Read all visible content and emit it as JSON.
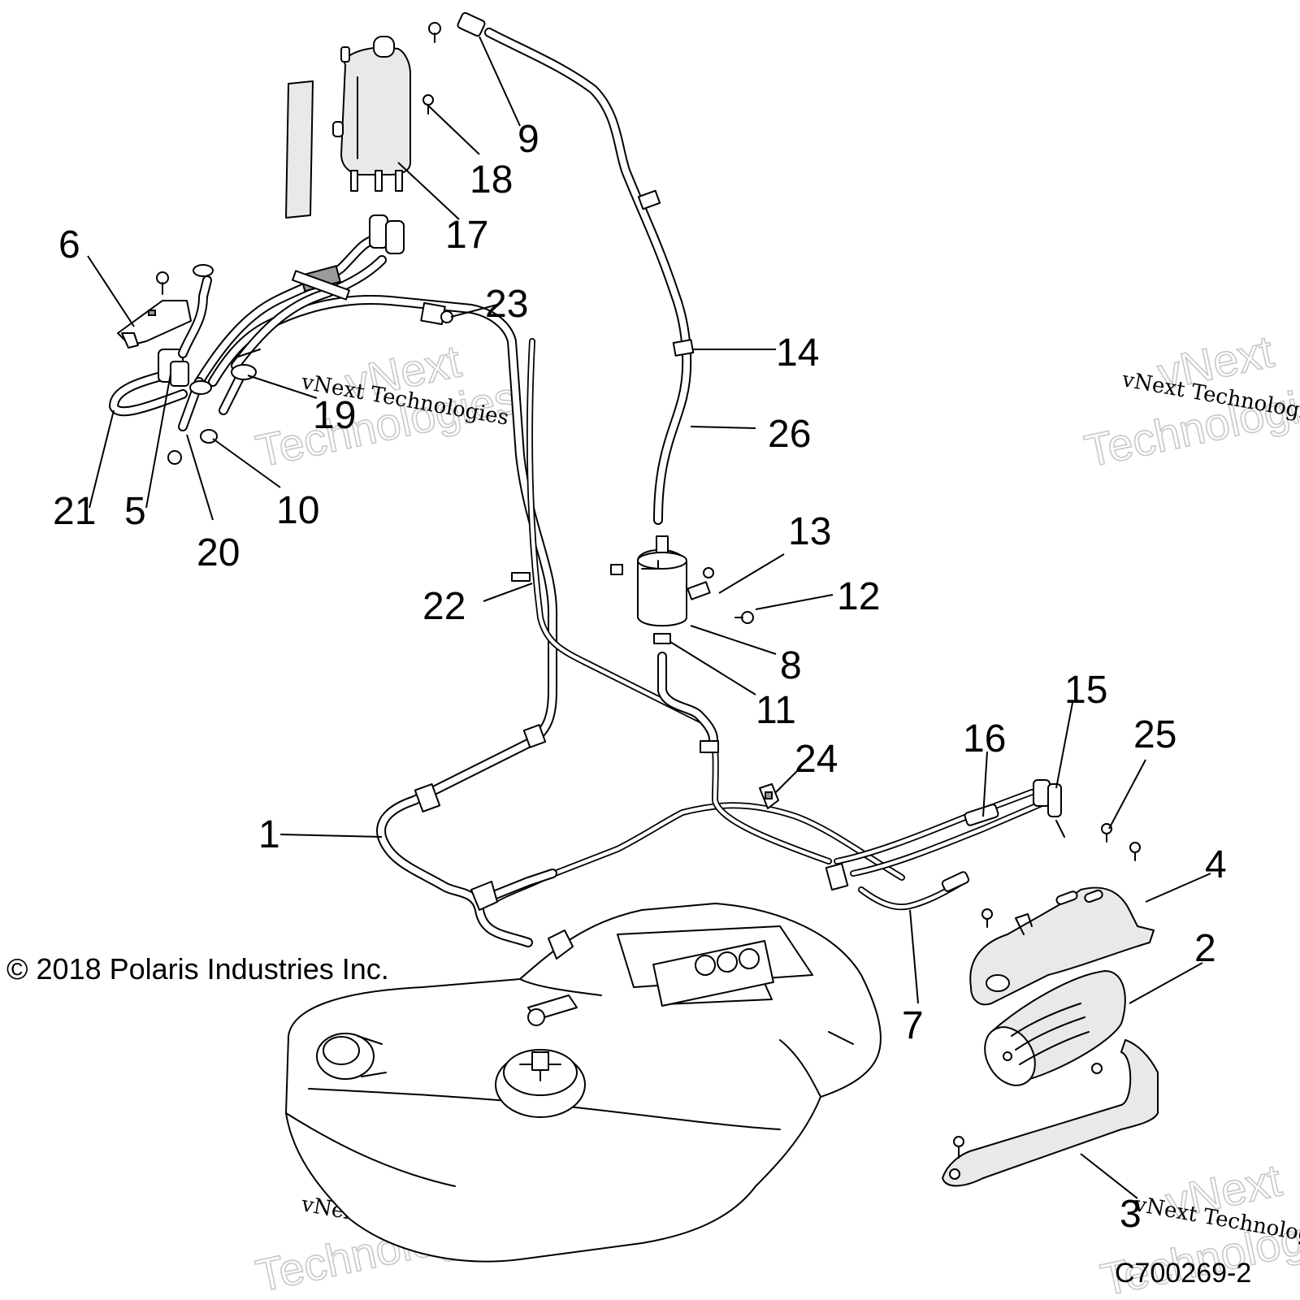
{
  "copyright": "© 2018 Polaris Industries Inc.",
  "figure_code": "C700269-2",
  "watermark": {
    "line1": "vNext Technologies",
    "line2_a": "vNext",
    "line2_b": "Technologies"
  },
  "callouts": [
    {
      "id": "1",
      "label": "1"
    },
    {
      "id": "2",
      "label": "2"
    },
    {
      "id": "3",
      "label": "3"
    },
    {
      "id": "4",
      "label": "4"
    },
    {
      "id": "5",
      "label": "5"
    },
    {
      "id": "6",
      "label": "6"
    },
    {
      "id": "7",
      "label": "7"
    },
    {
      "id": "8",
      "label": "8"
    },
    {
      "id": "9",
      "label": "9"
    },
    {
      "id": "10",
      "label": "10"
    },
    {
      "id": "11",
      "label": "11"
    },
    {
      "id": "12",
      "label": "12"
    },
    {
      "id": "13",
      "label": "13"
    },
    {
      "id": "14",
      "label": "14"
    },
    {
      "id": "15",
      "label": "15"
    },
    {
      "id": "16",
      "label": "16"
    },
    {
      "id": "17",
      "label": "17"
    },
    {
      "id": "18",
      "label": "18"
    },
    {
      "id": "19",
      "label": "19"
    },
    {
      "id": "20",
      "label": "20"
    },
    {
      "id": "21",
      "label": "21"
    },
    {
      "id": "22",
      "label": "22"
    },
    {
      "id": "23",
      "label": "23"
    },
    {
      "id": "24",
      "label": "24"
    },
    {
      "id": "25",
      "label": "25"
    },
    {
      "id": "26",
      "label": "26"
    }
  ]
}
